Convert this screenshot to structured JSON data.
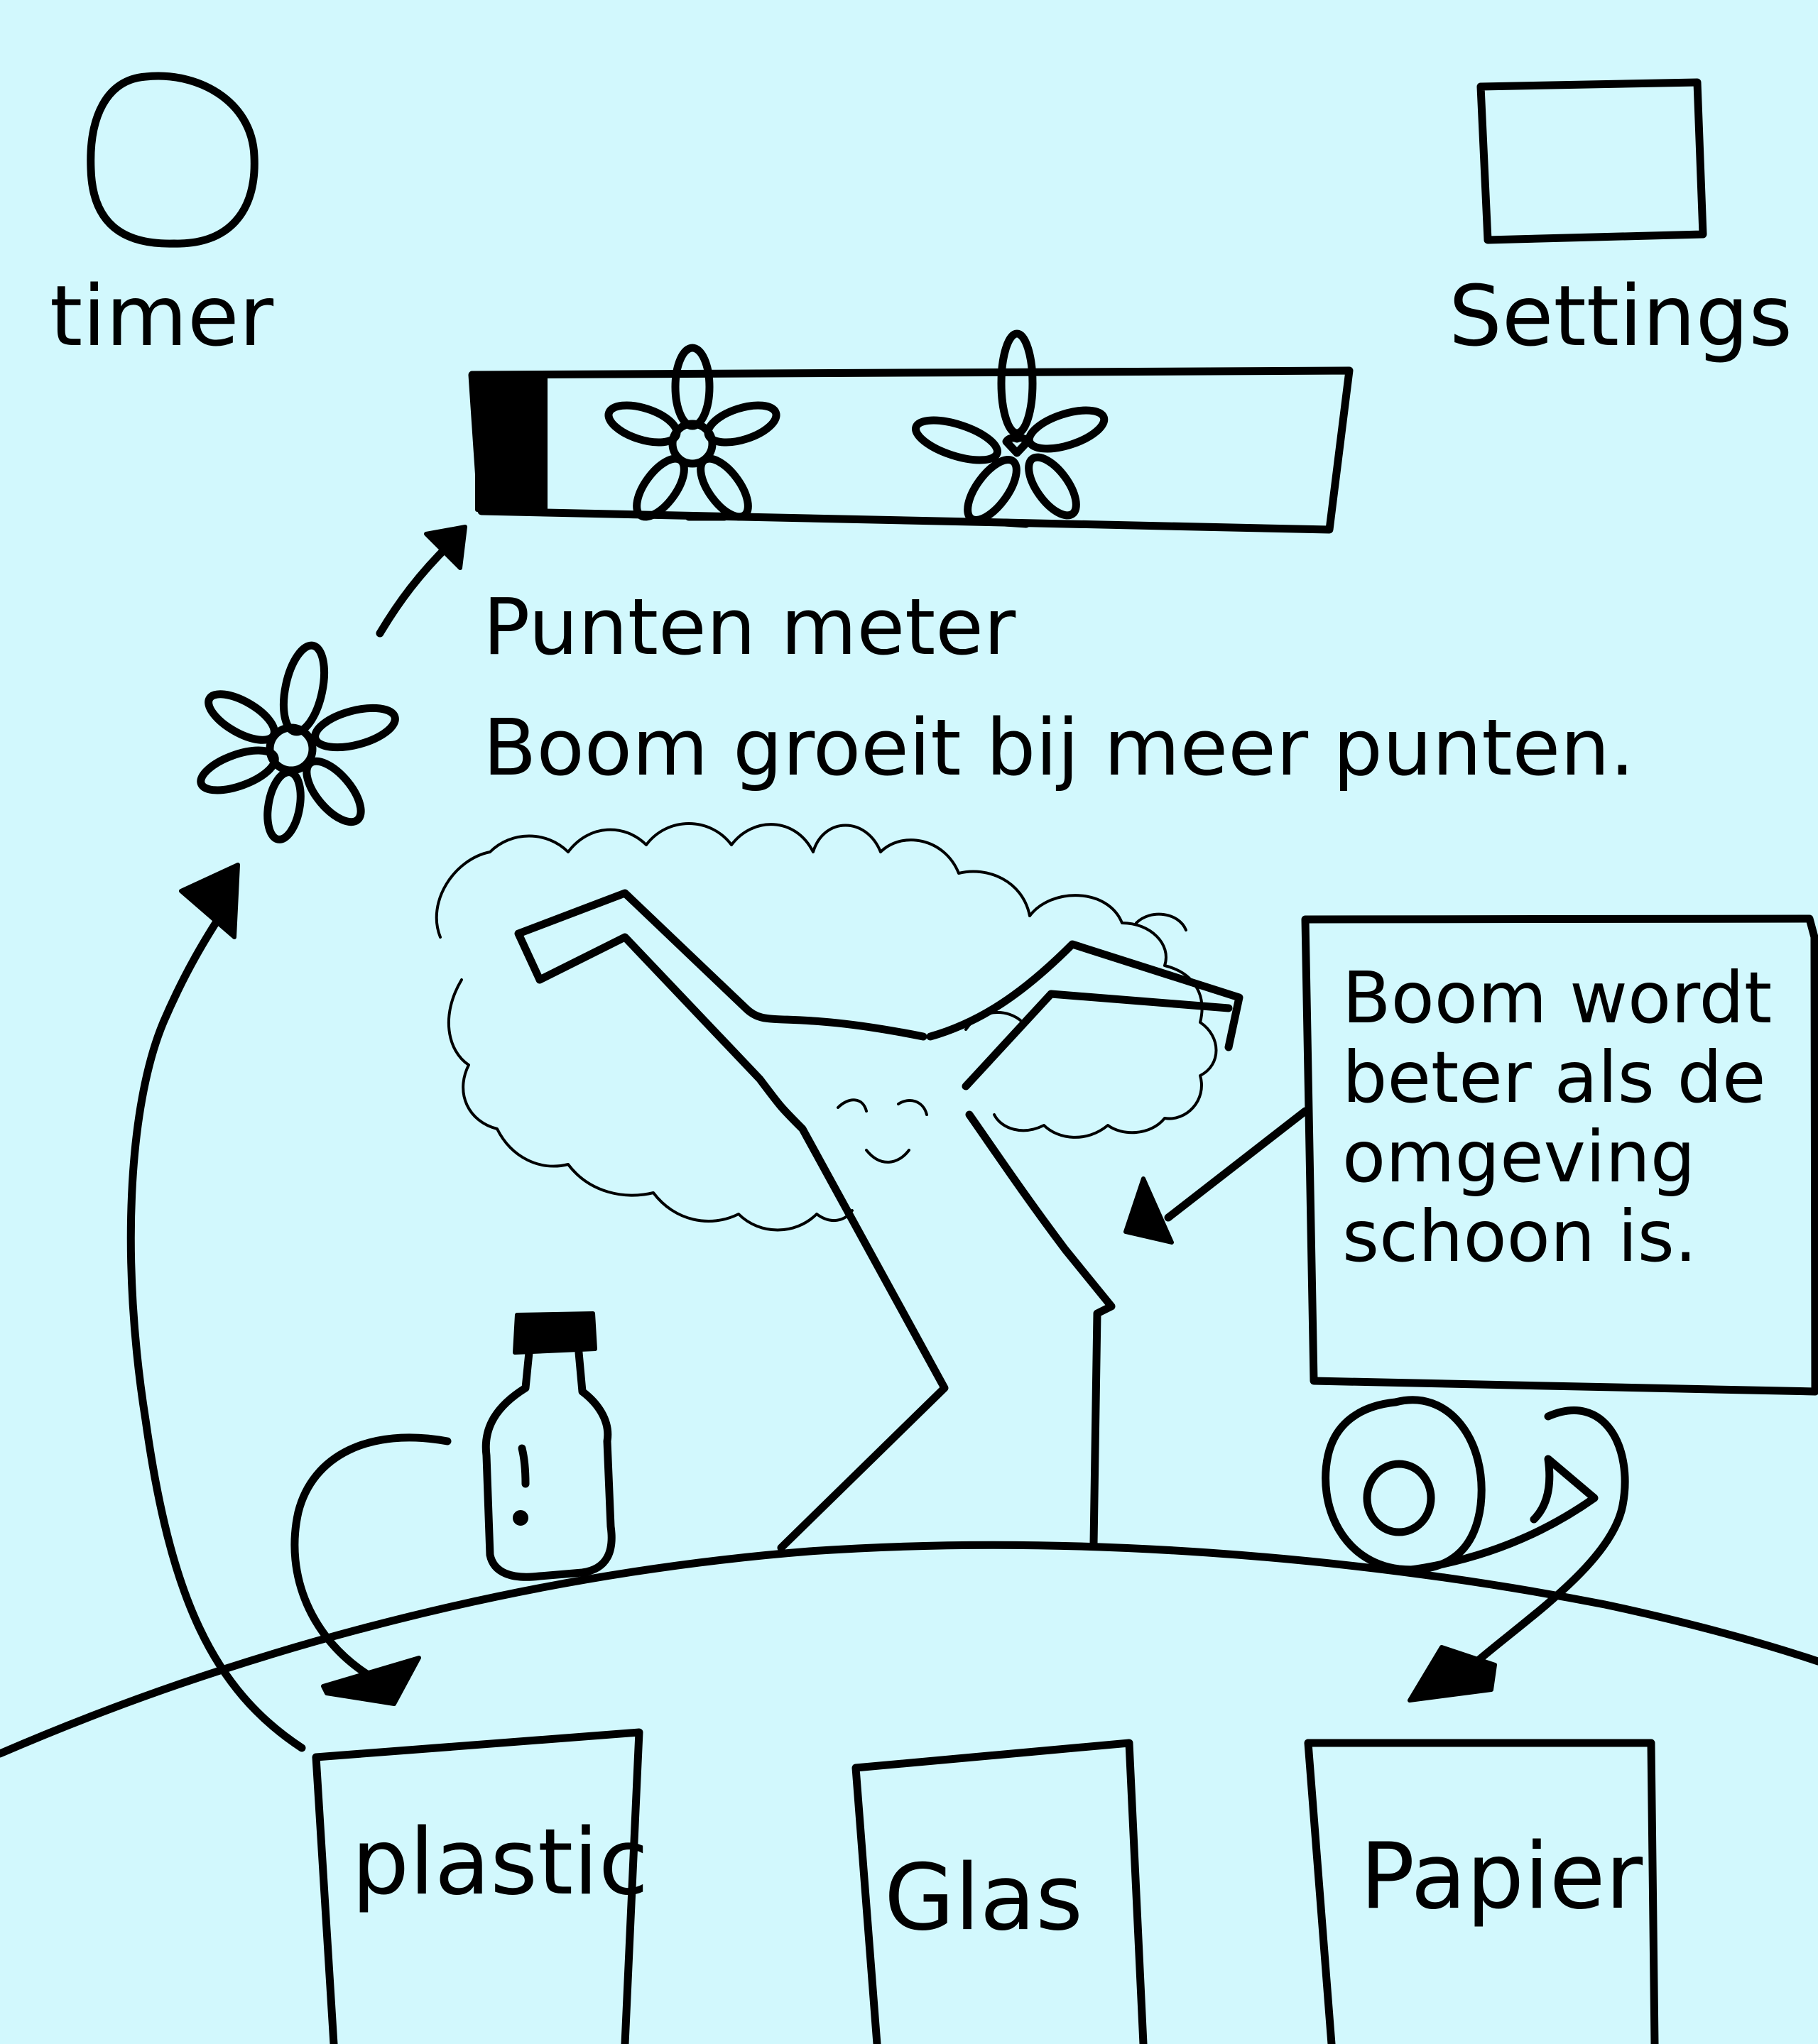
{
  "labels": {
    "timer": "timer",
    "settings": "Settings",
    "meter_title": "Punten meter",
    "meter_description": "Boom groeit bij meer punten.",
    "tree_note": "Boom wordt beter als de omgeving schoon is."
  },
  "point_meter": {
    "fill_fraction": 0.08,
    "flower_markers": 2
  },
  "bins": [
    {
      "label": "plastic"
    },
    {
      "label": "Glas"
    },
    {
      "label": "Papier"
    }
  ],
  "icons": {
    "timer": "circle-icon",
    "settings": "square-icon",
    "flower": "flower-icon",
    "bottle": "bottle-icon",
    "paper_roll": "paper-roll-icon"
  },
  "colors": {
    "background": "#d2f8fd",
    "ink": "#000000"
  }
}
